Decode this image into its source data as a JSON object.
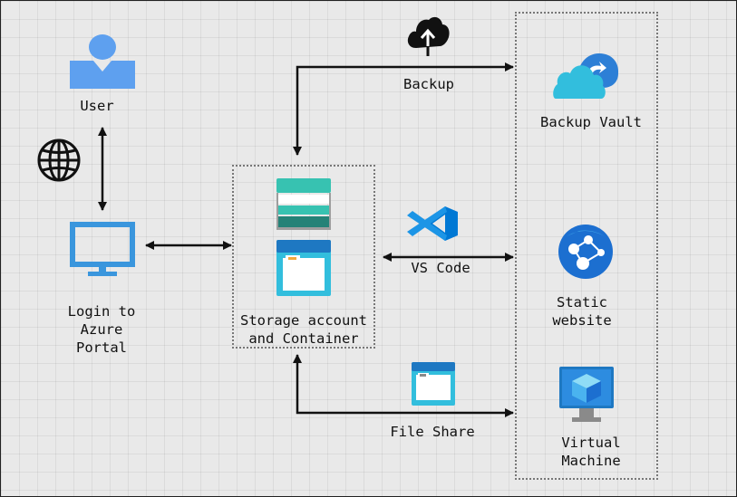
{
  "nodes": {
    "user": "User",
    "portal": "Login to\nAzure\nPortal",
    "storage": "Storage account\nand Container",
    "vault": "Backup Vault",
    "website": "Static\nwebsite",
    "vm": "Virtual\nMachine"
  },
  "edges": {
    "backup": "Backup",
    "vscode": "VS Code",
    "fileshare": "File Share"
  },
  "icons": {
    "user": "user-icon",
    "globe": "globe-icon",
    "monitor": "monitor-icon",
    "storage_table": "storage-table-icon",
    "storage_container": "storage-container-icon",
    "cloud_upload": "cloud-upload-icon",
    "vscode": "vscode-icon",
    "file_share": "file-share-icon",
    "backup_vault": "backup-vault-icon",
    "static_website": "static-website-icon",
    "virtual_machine": "virtual-machine-icon"
  },
  "colors": {
    "azure_blue": "#3a96dd",
    "storage_teal": "#37c2b1",
    "ink": "#111111"
  }
}
